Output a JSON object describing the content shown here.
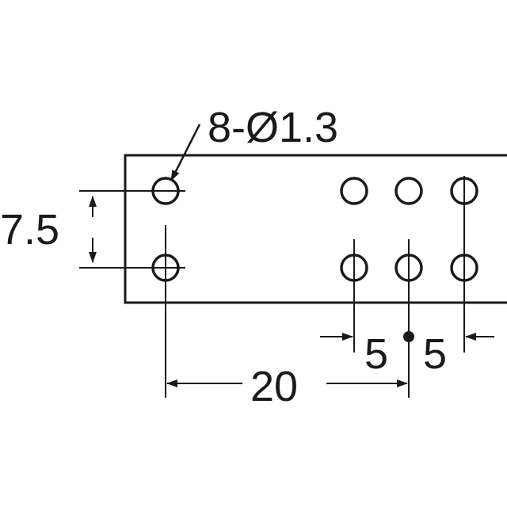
{
  "diagram": {
    "title": "",
    "hole_callout": "8-Ø1.3",
    "dim_row_spacing": "7.5",
    "dim_pin_spacing_left": "5",
    "dim_pin_spacing_right": "5",
    "dim_total_width": "20",
    "line_color": "#1a1a1a",
    "background_color": "#ffffff"
  }
}
